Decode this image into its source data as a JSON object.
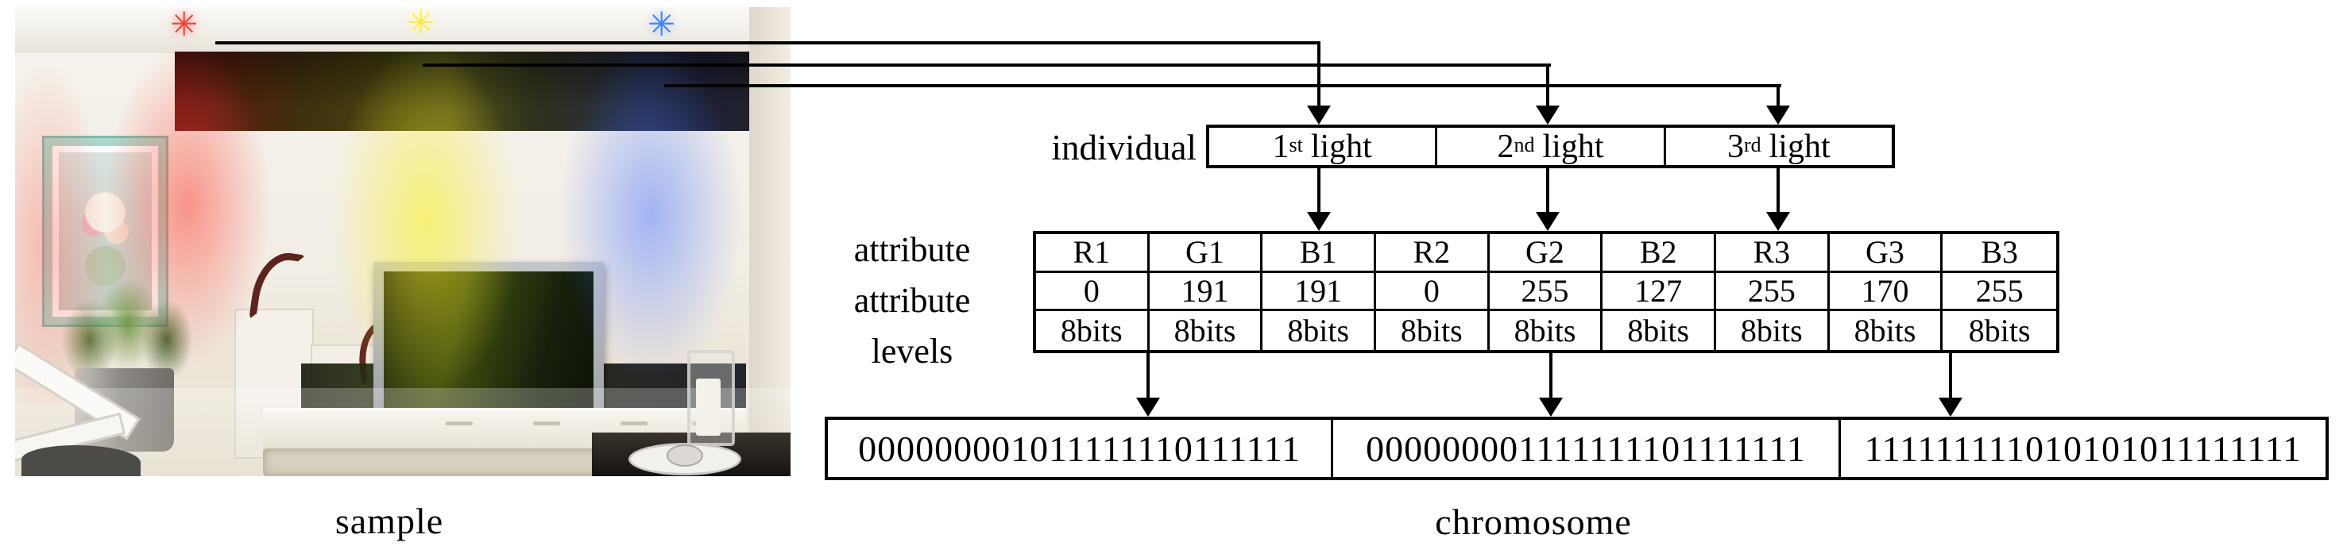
{
  "figure": {
    "sample_label": "sample",
    "chromosome_label": "chromosome",
    "individual_label": "individual",
    "row_labels": [
      "attribute",
      "attribute",
      "levels"
    ],
    "lights": [
      {
        "ordinal": "1",
        "suffix": "st",
        "word": "light"
      },
      {
        "ordinal": "2",
        "suffix": "nd",
        "word": "light"
      },
      {
        "ordinal": "3",
        "suffix": "rd",
        "word": "light"
      }
    ],
    "attribute_table": {
      "headers": [
        "R1",
        "G1",
        "B1",
        "R2",
        "G2",
        "B2",
        "R3",
        "G3",
        "B3"
      ],
      "levels": [
        "0",
        "191",
        "191",
        "0",
        "255",
        "127",
        "255",
        "170",
        "255"
      ],
      "bits": [
        "8bits",
        "8bits",
        "8bits",
        "8bits",
        "8bits",
        "8bits",
        "8bits",
        "8bits",
        "8bits"
      ]
    },
    "chromosome_cells": [
      "000000001011111110111111",
      "000000001111111101111111",
      "111111111010101011111111"
    ],
    "light_icon_glyph": "✳",
    "colors": {
      "red_light": "#ff3b30",
      "yellow_light": "#ffe94a",
      "blue_light": "#3b82ff",
      "line": "#000000"
    }
  }
}
